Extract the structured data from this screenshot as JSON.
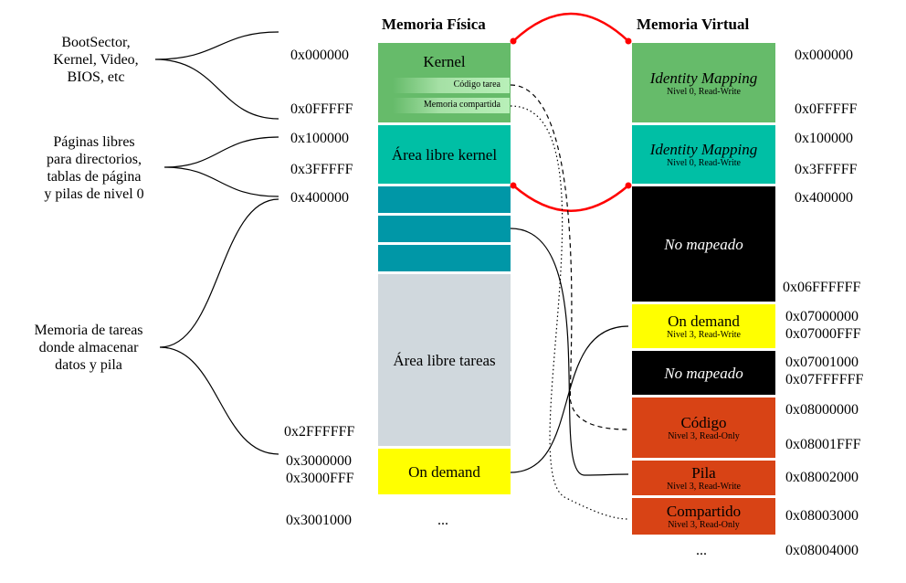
{
  "headers": {
    "physical": "Memoria Física",
    "virtual": "Memoria Virtual"
  },
  "notes": {
    "bootsector": [
      "BootSector,",
      "Kernel, Video,",
      "BIOS, etc"
    ],
    "free_pages": [
      "Páginas libres",
      "para directorios,",
      "tablas de página",
      "y pilas de nivel 0"
    ],
    "task_memory": [
      "Memoria de tareas",
      "donde almacenar",
      "datos y pila"
    ]
  },
  "physical": {
    "kernel": "Kernel",
    "codigo_tarea": "Código tarea",
    "memoria_compartida": "Memoria compartida",
    "area_libre_kernel": "Área libre kernel",
    "area_libre_tareas": "Área libre tareas",
    "on_demand": "On demand",
    "ellipsis": "..."
  },
  "physical_addresses": {
    "a0": "0x000000",
    "a1": "0x0FFFFF",
    "a2": "0x100000",
    "a3": "0x3FFFFF",
    "a4": "0x400000",
    "a5": "0x2FFFFFF",
    "a6": "0x3000000",
    "a7": "0x3000FFF",
    "a8": "0x3001000"
  },
  "virtual": {
    "identity1": {
      "title": "Identity Mapping",
      "sub": "Nivel 0, Read-Write"
    },
    "identity2": {
      "title": "Identity Mapping",
      "sub": "Nivel 0, Read-Write"
    },
    "no_mapeado1": "No mapeado",
    "on_demand": {
      "title": "On demand",
      "sub": "Nivel 3, Read-Write"
    },
    "no_mapeado2": "No mapeado",
    "codigo": {
      "title": "Código",
      "sub": "Nivel 3, Read-Only"
    },
    "pila": {
      "title": "Pila",
      "sub": "Nivel 3, Read-Write"
    },
    "compartido": {
      "title": "Compartido",
      "sub": "Nivel 3, Read-Only"
    },
    "ellipsis": "..."
  },
  "virtual_addresses": {
    "v0": "0x000000",
    "v1": "0x0FFFFF",
    "v2": "0x100000",
    "v3": "0x3FFFFF",
    "v4": "0x400000",
    "v5": "0x06FFFFFF",
    "v6": "0x07000000",
    "v7": "0x07000FFF",
    "v8": "0x07001000",
    "v9": "0x07FFFFFF",
    "v10": "0x08000000",
    "v11": "0x08001FFF",
    "v12": "0x08002000",
    "v13": "0x08003000",
    "v14": "0x08004000"
  },
  "colors": {
    "kernel_green": "#66bb6a",
    "teal": "#00bfa5",
    "dark_teal": "#0097a7",
    "gray": "#d0d8dd",
    "yellow": "#ffff00",
    "orange": "#d84315",
    "black": "#000000",
    "red": "#ff0000"
  }
}
